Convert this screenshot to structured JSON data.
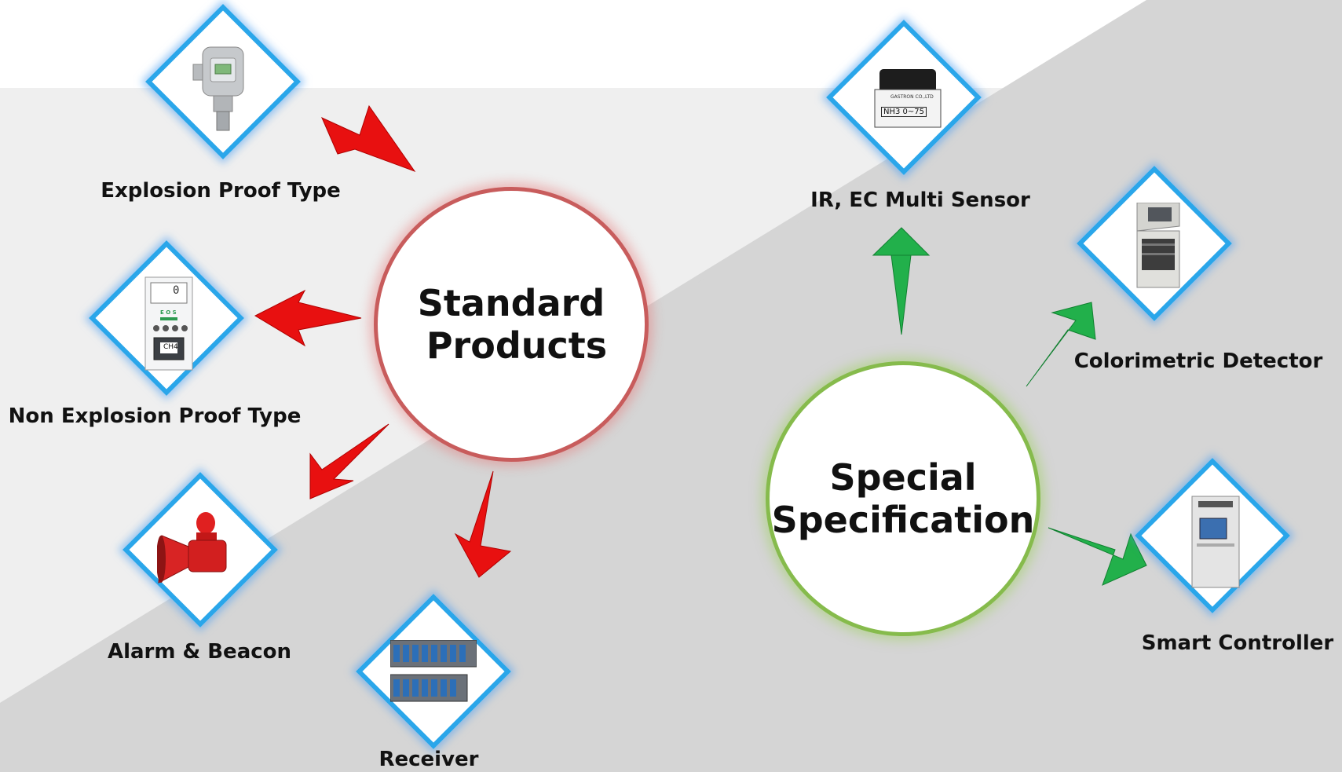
{
  "hubs": {
    "standard": {
      "line1": "Standard",
      "line2": "Products"
    },
    "special": {
      "line1": "Special",
      "line2": "Specification"
    }
  },
  "products": {
    "explosion_proof": "Explosion Proof Type",
    "non_explosion_proof": "Non Explosion Proof Type",
    "alarm_beacon": "Alarm & Beacon",
    "receiver": "Receiver",
    "ir_ec_sensor": "IR, EC Multi Sensor",
    "colorimetric": "Colorimetric Detector",
    "smart_controller": "Smart Controller"
  },
  "sensor_print": {
    "brand": "GASTRON CO.,LTD",
    "gas": "NH3  0~75"
  },
  "lcd_reading": "0",
  "panel_text": {
    "brand": "E O S",
    "gas": "CH4"
  },
  "colors": {
    "standard_arrow": "#e81010",
    "special_arrow": "#22b04b",
    "diamond_border": "#2aa6ea",
    "standard_ring": "#c85c5c",
    "special_ring": "#86bb4c"
  }
}
